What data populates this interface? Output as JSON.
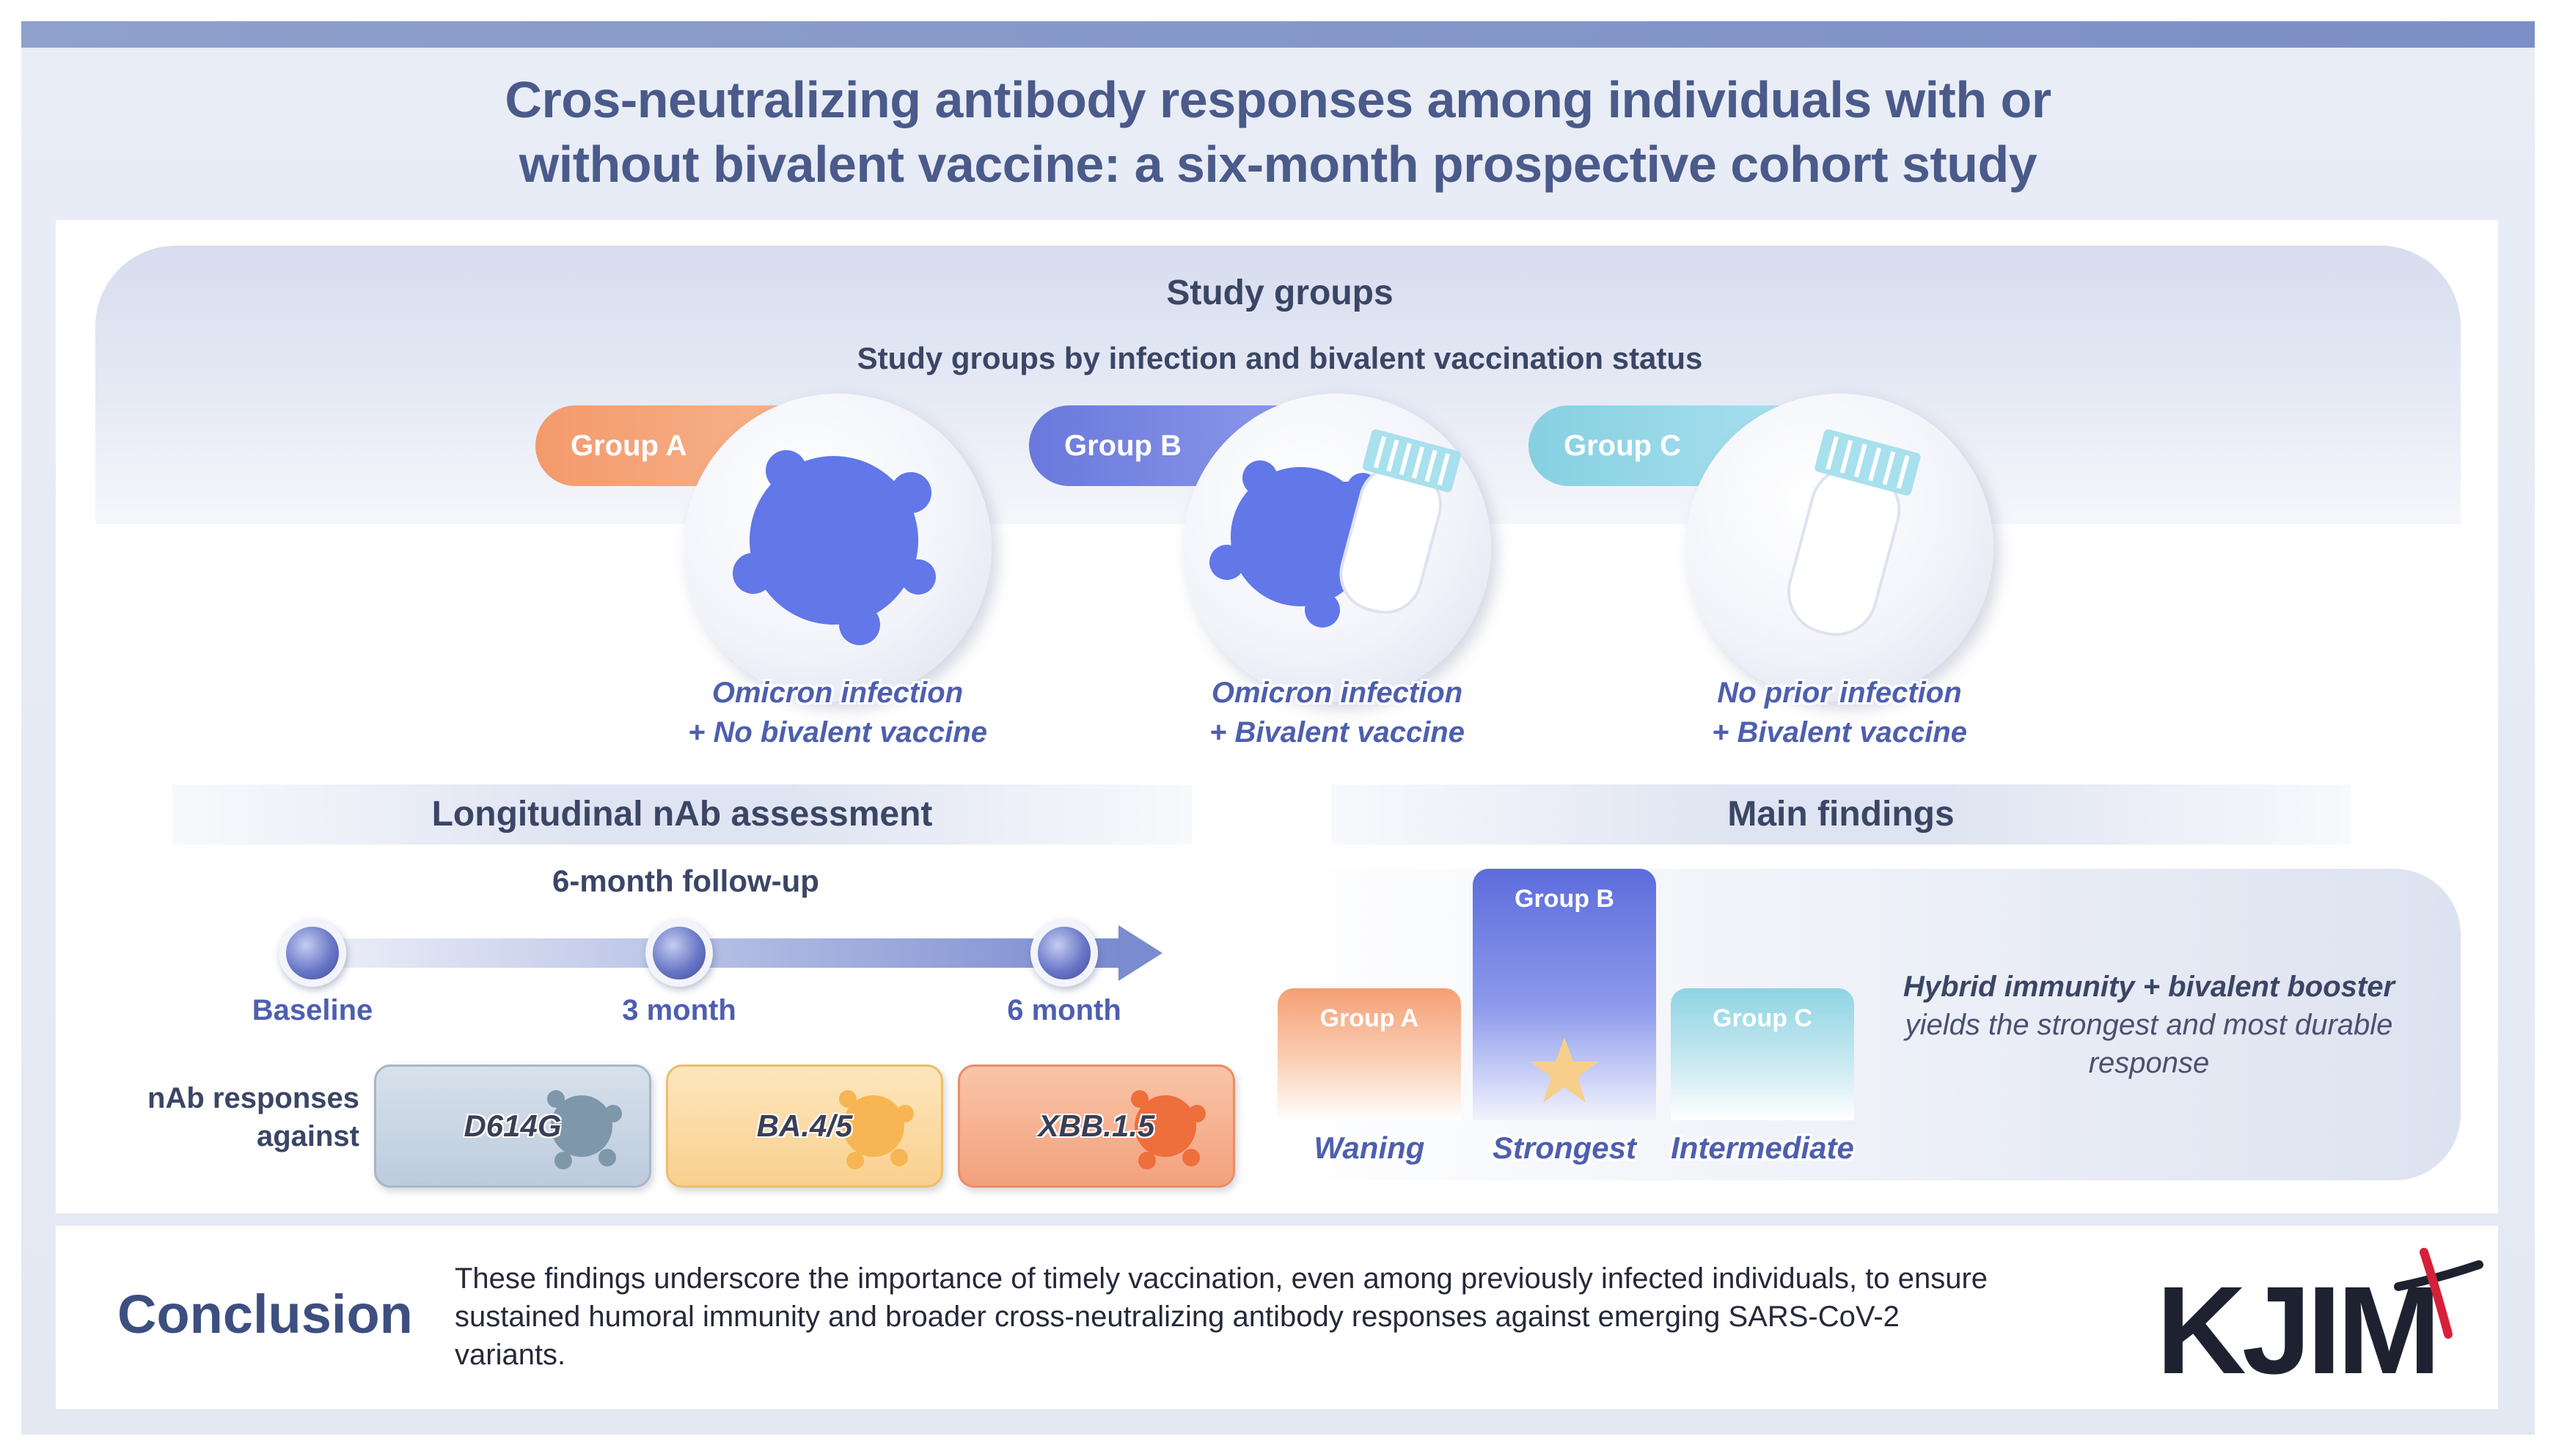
{
  "title": {
    "line1": "Cros-neutralizing antibody responses among individuals with or",
    "line2": "without bivalent vaccine: a six-month prospective cohort study"
  },
  "study_groups": {
    "heading": "Study groups",
    "subheading": "Study groups by infection and bivalent vaccination status",
    "groups": [
      {
        "name": "Group A",
        "line1": "Omicron infection",
        "line2": "+ No bivalent vaccine",
        "color": "#f4a378",
        "icon": "virus-icon"
      },
      {
        "name": "Group B",
        "line1": "Omicron infection",
        "line2": "+ Bivalent vaccine",
        "color": "#6f7fe0",
        "icon": "virus-and-vaccine-vial-icon"
      },
      {
        "name": "Group C",
        "line1": "No prior infection",
        "line2": "+ Bivalent vaccine",
        "color": "#8fd5e4",
        "icon": "vaccine-vial-icon"
      }
    ]
  },
  "assessment": {
    "heading": "Longitudinal nAb assessment",
    "followup": "6-month follow-up",
    "timepoints": [
      "Baseline",
      "3 month",
      "6 month"
    ],
    "responses_label_line1": "nAb responses",
    "responses_label_line2": "against",
    "variants": [
      {
        "name": "D614G",
        "color": "#c7d4e3"
      },
      {
        "name": "BA.4/5",
        "color": "#fbd9a3"
      },
      {
        "name": "XBB.1.5",
        "color": "#f6b08f"
      }
    ]
  },
  "findings": {
    "heading": "Main findings",
    "bars": [
      {
        "name": "Group A",
        "label": "Waning",
        "color": "#f4a378"
      },
      {
        "name": "Group B",
        "label": "Strongest",
        "color": "#5f6fdc"
      },
      {
        "name": "Group C",
        "label": "Intermediate",
        "color": "#8fd5e4"
      }
    ],
    "takeaway_bold": "Hybrid immunity + bivalent booster",
    "takeaway_rest": "yields the strongest and most durable response"
  },
  "conclusion": {
    "heading": "Conclusion",
    "text": "These findings underscore the importance of timely vaccination, even among previously infected individuals, to ensure sustained humoral immunity and broader cross-neutralizing antibody responses against emerging SARS-CoV-2 variants."
  },
  "logo": {
    "text": "KJIM"
  }
}
